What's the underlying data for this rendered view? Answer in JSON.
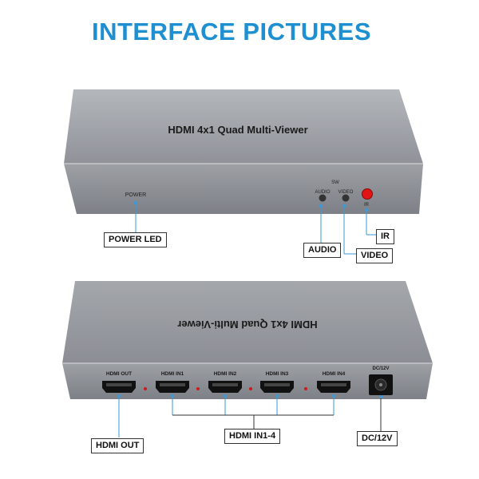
{
  "page_title": "INTERFACE PICTURES",
  "front": {
    "product_name": "HDMI 4x1 Quad Multi-Viewer",
    "power_label": "POWER",
    "sw_label": "SW",
    "audio_label": "AUDIO",
    "video_label": "VIDEO",
    "ir_label": "IR"
  },
  "back": {
    "product_name_mirrored": "HDMI 4x1 Quad Multi-Viewer",
    "ports": [
      "HDMI OUT",
      "HDMI IN1",
      "HDMI IN2",
      "HDMI IN3",
      "HDMI IN4"
    ],
    "dc_label": "DC/12V"
  },
  "callouts": {
    "power_led": "POWER LED",
    "audio": "AUDIO",
    "video": "VIDEO",
    "ir": "IR",
    "hdmi_out": "HDMI OUT",
    "hdmi_in": "HDMI IN1-4",
    "dc": "DC/12V"
  },
  "colors": {
    "title": "#1e8fd0",
    "case_top": "#9a9da3",
    "case_front": "#8a8d93",
    "leader_dot": "#3a9ad9",
    "ir_led": "#e01515"
  }
}
